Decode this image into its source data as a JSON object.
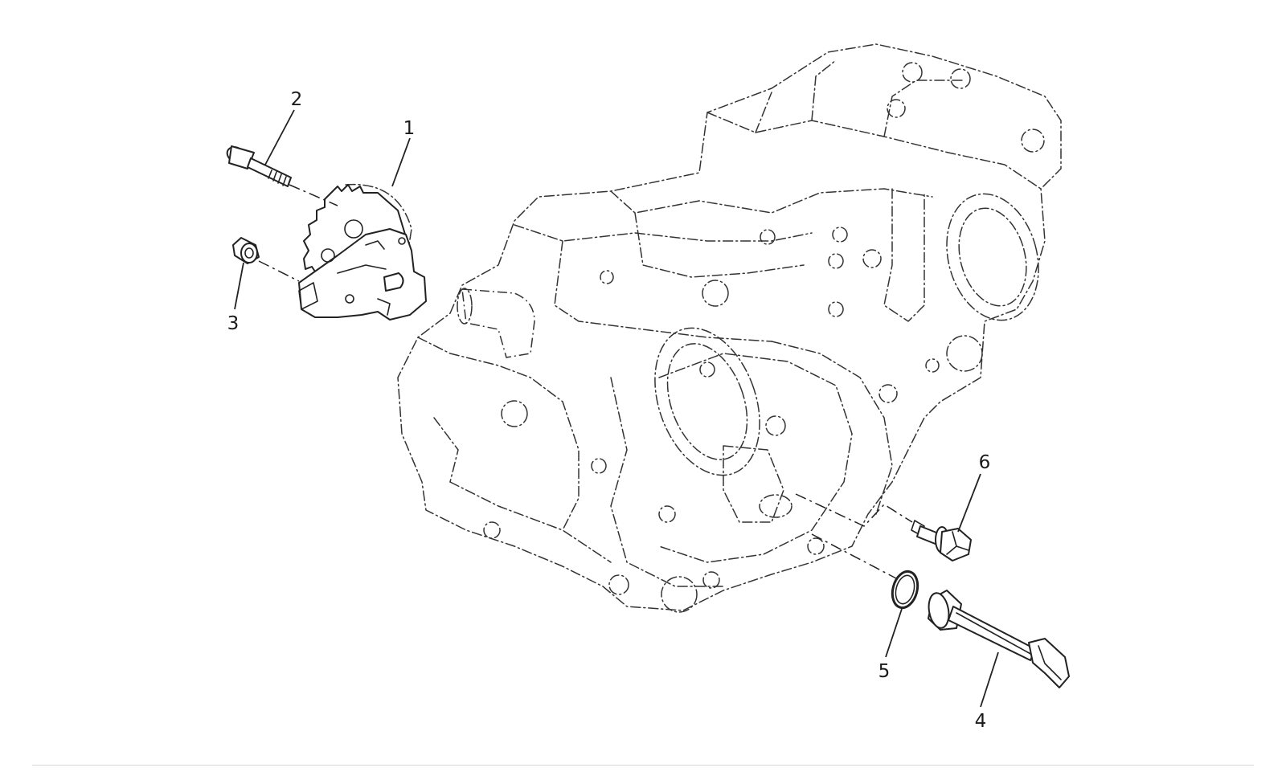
{
  "callouts": [
    {
      "id": "1",
      "label": "1"
    },
    {
      "id": "2",
      "label": "2"
    },
    {
      "id": "3",
      "label": "3"
    },
    {
      "id": "4",
      "label": "4"
    },
    {
      "id": "5",
      "label": "5"
    },
    {
      "id": "6",
      "label": "6"
    }
  ],
  "colors": {
    "line": "#222222",
    "background": "#ffffff",
    "rule": "#d6d6d6"
  }
}
